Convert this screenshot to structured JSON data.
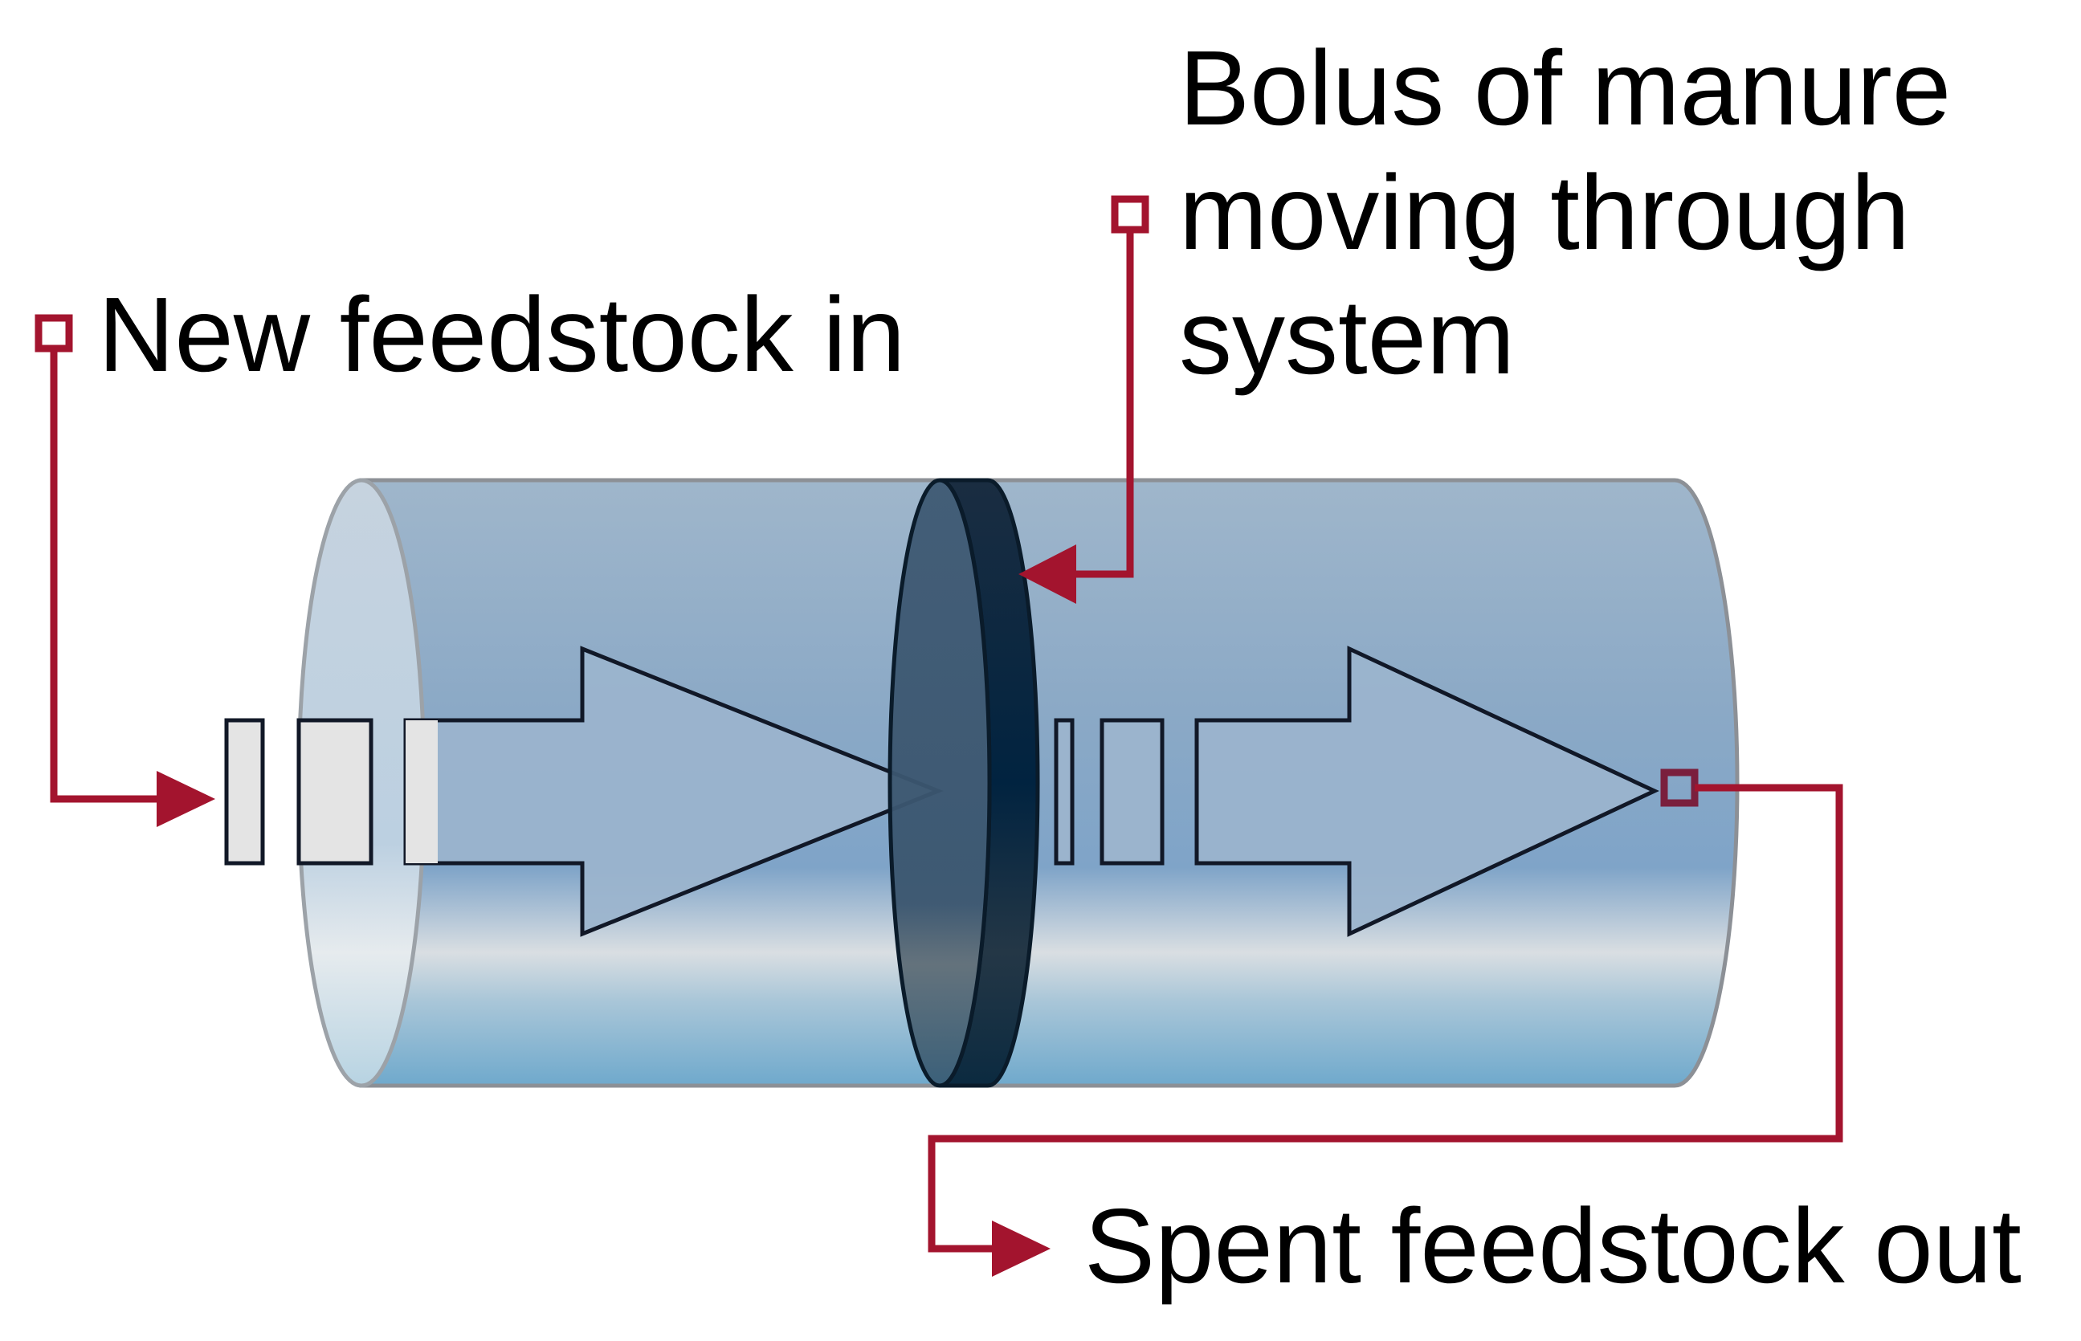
{
  "labels": {
    "new_feedstock": "New feedstock in",
    "bolus_line1": "Bolus of manure",
    "bolus_line2": "moving through",
    "bolus_line3": "system",
    "spent_feedstock": "Spent feedstock out"
  },
  "colors": {
    "callout_red": "#A3142E",
    "pipe_blue": "#7FA6C6",
    "bolus_dark": "#0F2A44"
  },
  "icons": {
    "callout_marker": "hollow-square-marker",
    "callout_arrow": "arrowhead"
  }
}
